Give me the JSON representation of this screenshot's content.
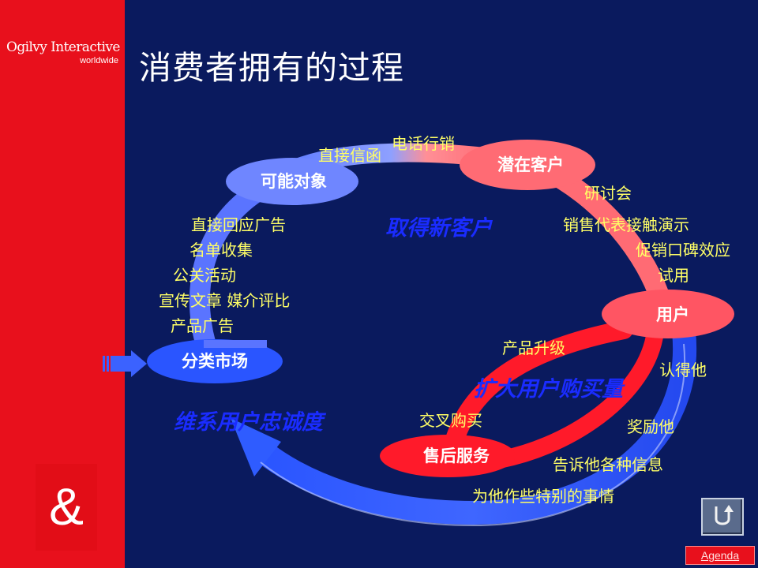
{
  "brand": {
    "name": "Ogilvy Interactive",
    "sub": "worldwide",
    "ampersand": "&"
  },
  "title": "消费者拥有的过程",
  "nodes": {
    "market": "分类市场",
    "prospect": "可能对象",
    "potential": "潜在客户",
    "user": "用户",
    "after_sales": "售后服务"
  },
  "phases": {
    "acquire": "取得新客户",
    "expand": "扩大用户购买量",
    "loyalty": "维系用户忠诚度"
  },
  "labels": {
    "direct_mail": "直接信函",
    "telemarketing": "电话行销",
    "seminar": "研讨会",
    "sales_demo": "销售代表接触演示",
    "promo_wom": "促销口碑效应",
    "trial": "试用",
    "direct_response_ad": "直接回应广告",
    "list_collection": "名单收集",
    "pr": "公关活动",
    "publicity": "宣传文章 媒介评比",
    "product_ad": "产品广告",
    "upgrade": "产品升级",
    "know_him": "认得他",
    "cross_sell": "交叉购买",
    "reward": "奖励他",
    "inform": "告诉他各种信息",
    "special": "为他作些特别的事情"
  },
  "nav": {
    "agenda": "Agenda"
  },
  "colors": {
    "background": "#0a1a5e",
    "sidebar": "#e8101c",
    "label": "#ffff66",
    "phase": "#1a2cff",
    "node_blue": "#6f86ff",
    "node_pink": "#ff6b74",
    "node_red": "#ff1a2a",
    "arrow_blue": "#2f5cff"
  },
  "icons": {
    "home": "u-turn-icon",
    "entry": "striped-arrow-icon"
  }
}
